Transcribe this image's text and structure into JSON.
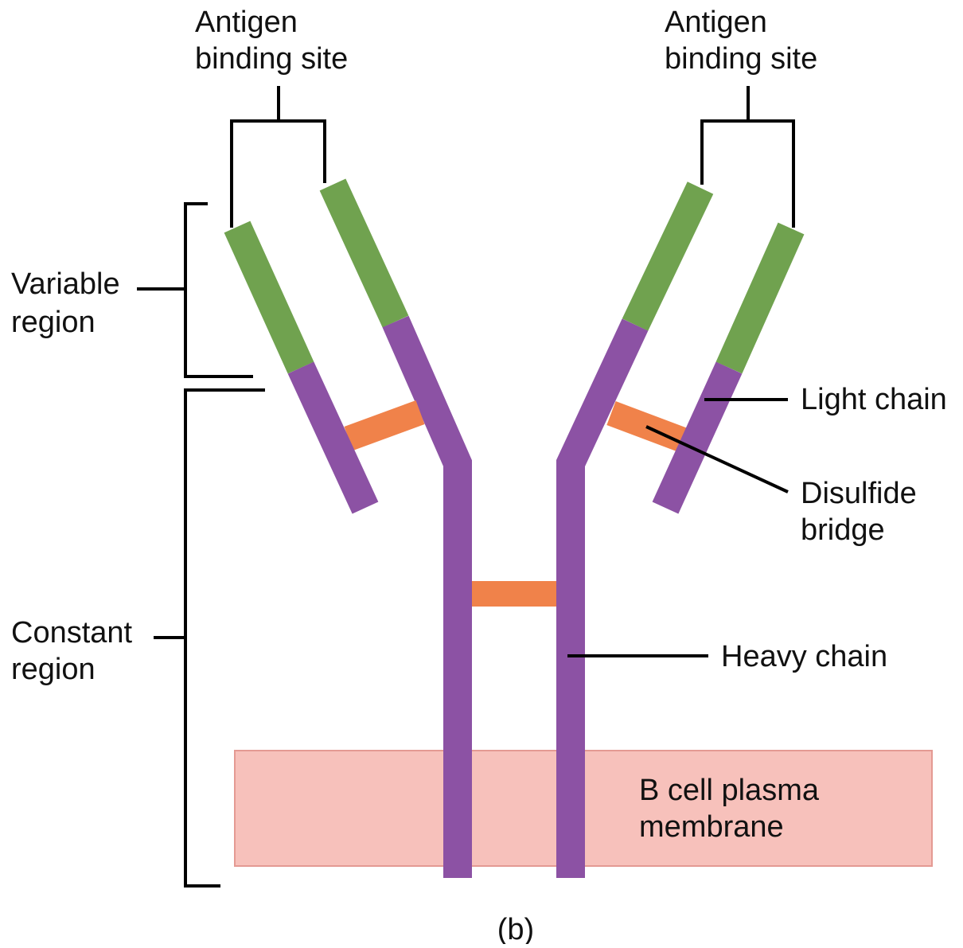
{
  "colors": {
    "variable_segment": "#70a24f",
    "constant_segment": "#8c52a4",
    "disulfide_bridge": "#f0824a",
    "membrane_fill": "#f7c1bb",
    "membrane_edge": "#e49a93",
    "leader_line": "#000000"
  },
  "labels": {
    "antigen_site_left": [
      "Antigen",
      "binding site"
    ],
    "antigen_site_right": [
      "Antigen",
      "binding site"
    ],
    "variable_region": [
      "Variable",
      "region"
    ],
    "constant_region": [
      "Constant",
      "region"
    ],
    "light_chain": "Light chain",
    "disulfide_bridge": [
      "Disulfide",
      "bridge"
    ],
    "heavy_chain": "Heavy chain",
    "membrane": [
      "B cell plasma",
      "membrane"
    ],
    "panel": "(b)"
  }
}
